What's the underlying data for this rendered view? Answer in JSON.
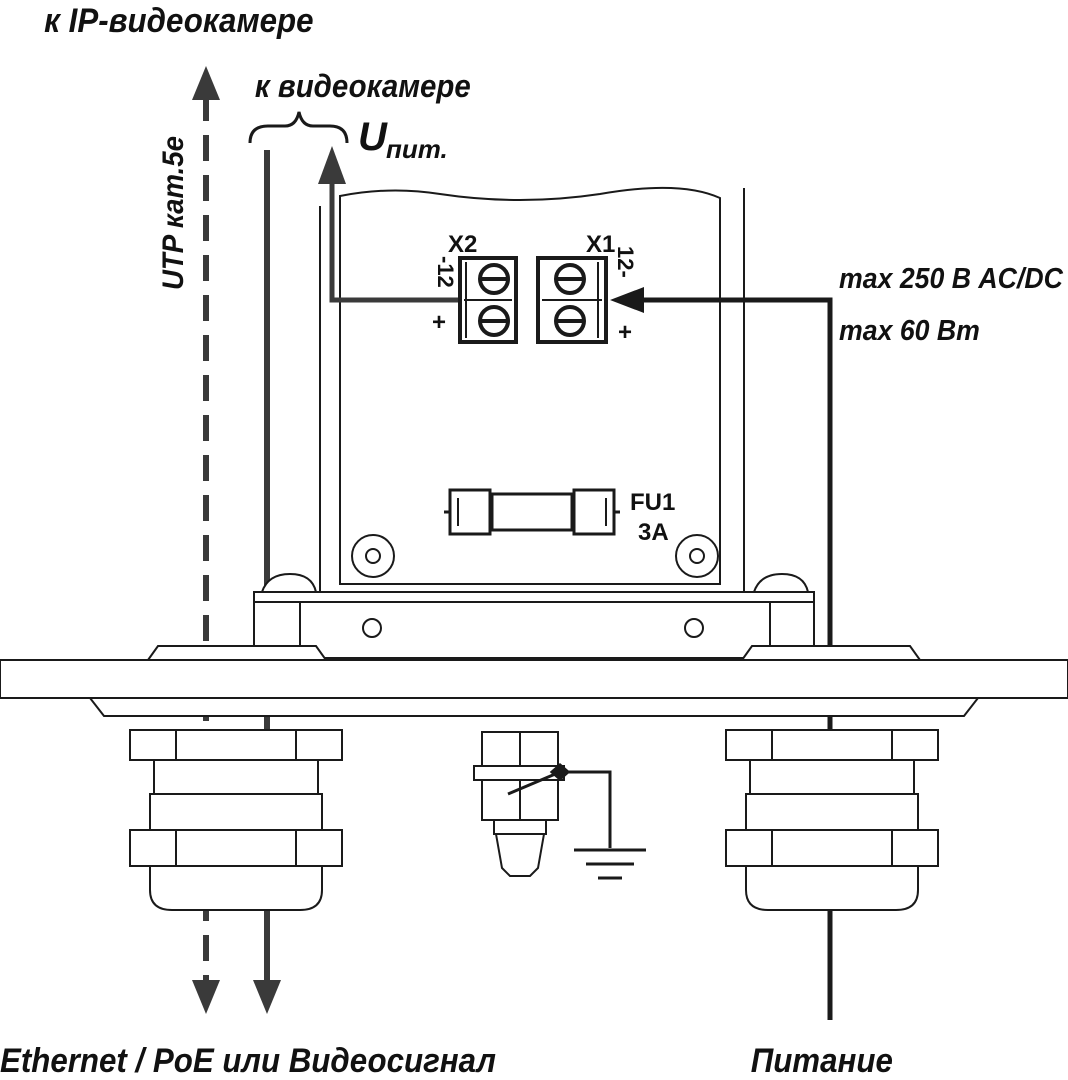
{
  "labels": {
    "ip_camera": "к IP-видеокамере",
    "camera": "к видеокамере",
    "u_main": "U",
    "u_sub": "пит.",
    "utp": "UTP кат.5е",
    "x2": "X2",
    "x1": "X1",
    "x2_minus": "-12",
    "x1_minus": "12-",
    "x2_plus": "+",
    "x1_plus": "+",
    "max_voltage": "max 250 В AC/DC",
    "max_power": "max 60 Вт",
    "fuse_name": "FU1",
    "fuse_rating": "3A",
    "bottom_left": "Ethernet / PoE или Видеосигнал",
    "bottom_right": "Питание"
  },
  "colors": {
    "stroke": "#1a1a1a",
    "wire": "#3a3a3a"
  }
}
